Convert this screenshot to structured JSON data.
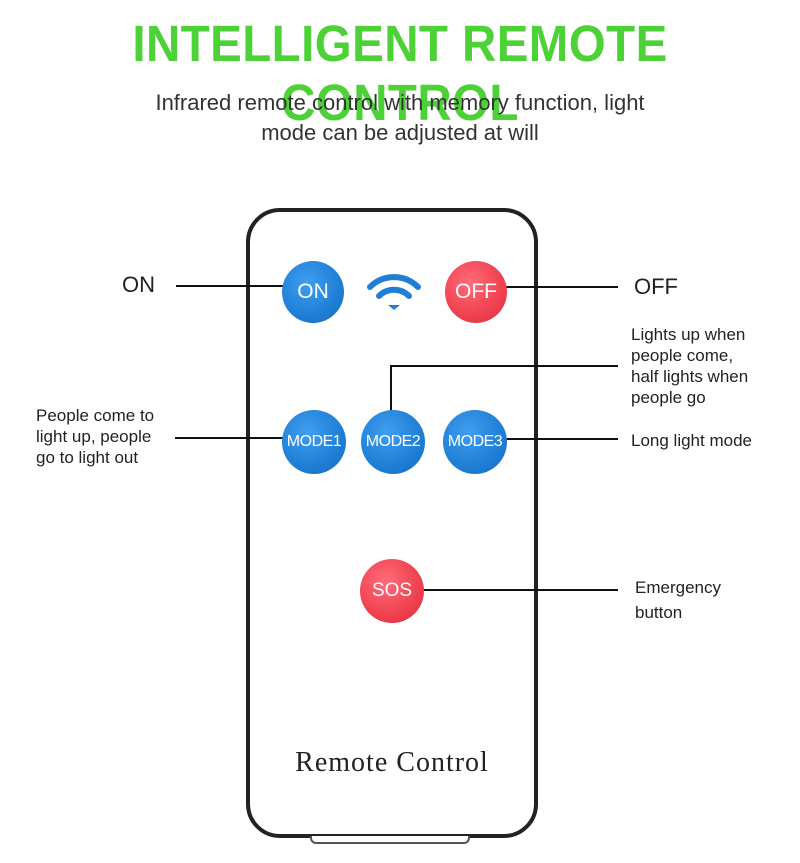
{
  "headline": "INTELLIGENT REMOTE CONTROL",
  "subtitle": {
    "line1": "Infrared remote control with memory function, light",
    "line2": "mode can be adjusted at will"
  },
  "remote": {
    "label": "Remote Control",
    "buttons": {
      "on": "ON",
      "off": "OFF",
      "mode1": "MODE1",
      "mode2": "MODE2",
      "mode3": "MODE3",
      "sos": "SOS"
    },
    "signal_icon": "wifi-signal-icon"
  },
  "callouts": {
    "on": "ON",
    "off": "OFF",
    "mode2": [
      "Lights up when",
      "people come,",
      "half lights when",
      "people go"
    ],
    "mode1": [
      "People come to",
      "light up, people",
      "go to light out"
    ],
    "mode3": "Long light mode",
    "sos": [
      "Emergency",
      "button"
    ]
  },
  "colors": {
    "headline": "#4cd137",
    "button_blue": "#1f7fd6",
    "button_red": "#f0414f",
    "outline": "#222222"
  }
}
